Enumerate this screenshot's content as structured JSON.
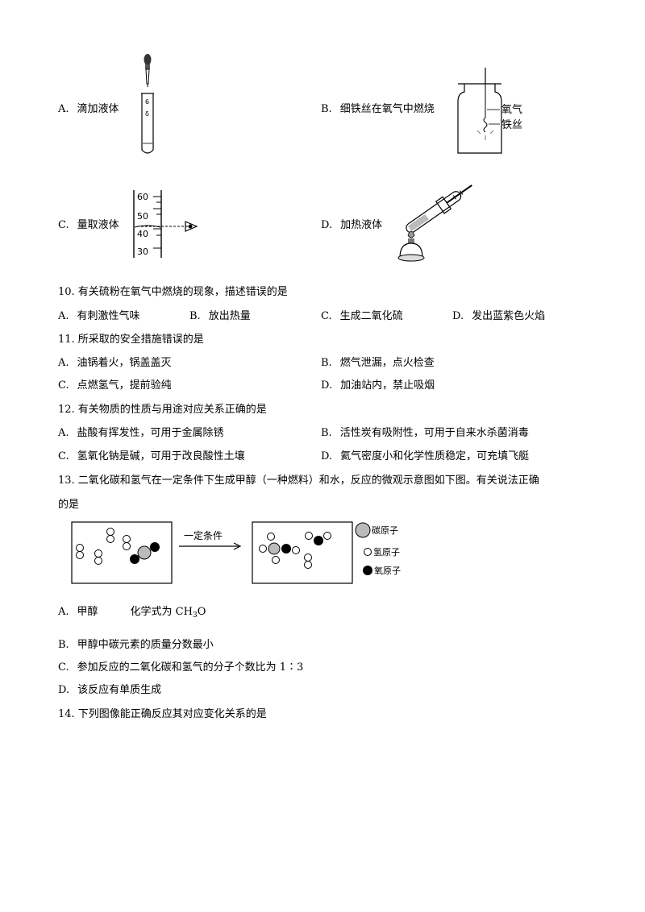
{
  "q9_options": {
    "A": {
      "letter": "A.",
      "text": "滴加液体"
    },
    "B": {
      "letter": "B.",
      "text": "细铁丝在氧气中燃烧",
      "labels": [
        "氧气",
        "铁丝"
      ]
    },
    "C": {
      "letter": "C.",
      "text": "量取液体",
      "ticks": [
        "60",
        "50",
        "40",
        "30"
      ]
    },
    "D": {
      "letter": "D.",
      "text": "加热液体"
    }
  },
  "q10": {
    "stem": "10. 有关硫粉在氧气中燃烧的现象，描述错误的是",
    "options": [
      {
        "letter": "A.",
        "text": "有刺激性气味"
      },
      {
        "letter": "B.",
        "text": "放出热量"
      },
      {
        "letter": "C.",
        "text": "生成二氧化硫"
      },
      {
        "letter": "D.",
        "text": "发出蓝紫色火焰"
      }
    ]
  },
  "q11": {
    "stem": "11. 所采取的安全措施错误的是",
    "options": [
      {
        "letter": "A.",
        "text": "油锅着火，锅盖盖灭"
      },
      {
        "letter": "B.",
        "text": "燃气泄漏，点火检查"
      },
      {
        "letter": "C.",
        "text": "点燃氢气，提前验纯"
      },
      {
        "letter": "D.",
        "text": "加油站内，禁止吸烟"
      }
    ]
  },
  "q12": {
    "stem": "12. 有关物质的性质与用途对应关系正确的是",
    "options": [
      {
        "letter": "A.",
        "text": "盐酸有挥发性，可用于金属除锈"
      },
      {
        "letter": "B.",
        "text": "活性炭有吸附性，可用于自来水杀菌消毒"
      },
      {
        "letter": "C.",
        "text": "氢氧化钠是碱，可用于改良酸性土壤"
      },
      {
        "letter": "D.",
        "text": "氦气密度小和化学性质稳定，可充填飞艇"
      }
    ]
  },
  "q13": {
    "stem_line1": "13. 二氧化碳和氢气在一定条件下生成甲醇（一种燃料）和水，反应的微观示意图如下图。有关说法正确",
    "stem_line2": "的是",
    "diagram": {
      "condition": "一定条件",
      "legend": [
        "碳原子",
        "氢原子",
        "氧原子"
      ]
    },
    "optA": {
      "letter": "A.",
      "pre": "甲醇",
      "formula_pre": "化学式为 CH",
      "sub": "3",
      "formula_post": "O"
    },
    "options": [
      {
        "letter": "B.",
        "text": "甲醇中碳元素的质量分数最小"
      },
      {
        "letter": "C.",
        "text": "参加反应的二氧化碳和氢气的分子个数比为 1∶3"
      },
      {
        "letter": "D.",
        "text": "该反应有单质生成"
      }
    ]
  },
  "q14": {
    "stem": "14. 下列图像能正确反应其对应变化关系的是"
  }
}
